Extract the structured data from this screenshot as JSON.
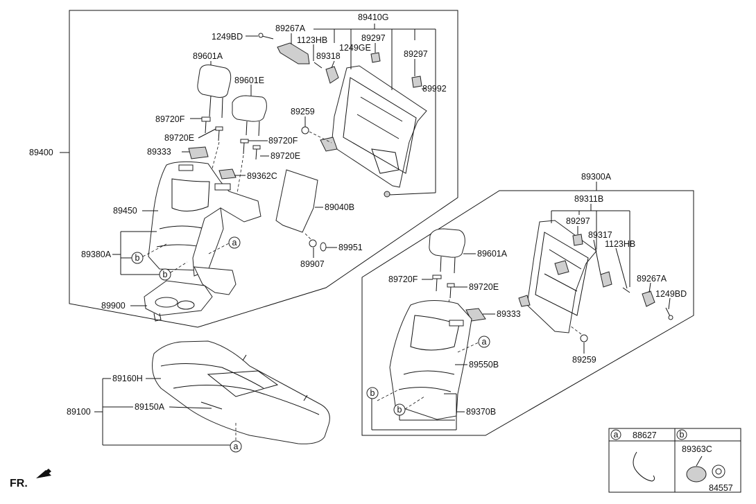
{
  "labels": {
    "p89410G": "89410G",
    "p1249BD_a": "1249BD",
    "p89267A_a": "89267A",
    "p1123HB_a": "1123HB",
    "p89297_a": "89297",
    "p89318": "89318",
    "p1249GE": "1249GE",
    "p89297_b": "89297",
    "p89992": "89992",
    "p89601A_a": "89601A",
    "p89601E": "89601E",
    "p89259_a": "89259",
    "p89720F_a": "89720F",
    "p89720E_a": "89720E",
    "p89720F_b": "89720F",
    "p89333_a": "89333",
    "p89720E_b": "89720E",
    "p89400": "89400",
    "p89362C": "89362C",
    "p89450": "89450",
    "p89040B": "89040B",
    "p89380A": "89380A",
    "p89951": "89951",
    "p89907": "89907",
    "p89900": "89900",
    "p89300A": "89300A",
    "p89311B": "89311B",
    "p89297_c": "89297",
    "p89317": "89317",
    "p1123HB_b": "1123HB",
    "p89601A_b": "89601A",
    "p89720F_c": "89720F",
    "p89720E_c": "89720E",
    "p89267A_b": "89267A",
    "p1249BD_b": "1249BD",
    "p89333_b": "89333",
    "p89259_b": "89259",
    "p89550B": "89550B",
    "p89370B": "89370B",
    "p89160H": "89160H",
    "p89150A": "89150A",
    "p89100": "89100",
    "fr": "FR."
  },
  "callouts": {
    "a": "a",
    "b": "b"
  },
  "legend": {
    "a_letter": "a",
    "a_part": "88627",
    "b_letter": "b",
    "b_part1": "89363C",
    "b_part2": "84557"
  }
}
